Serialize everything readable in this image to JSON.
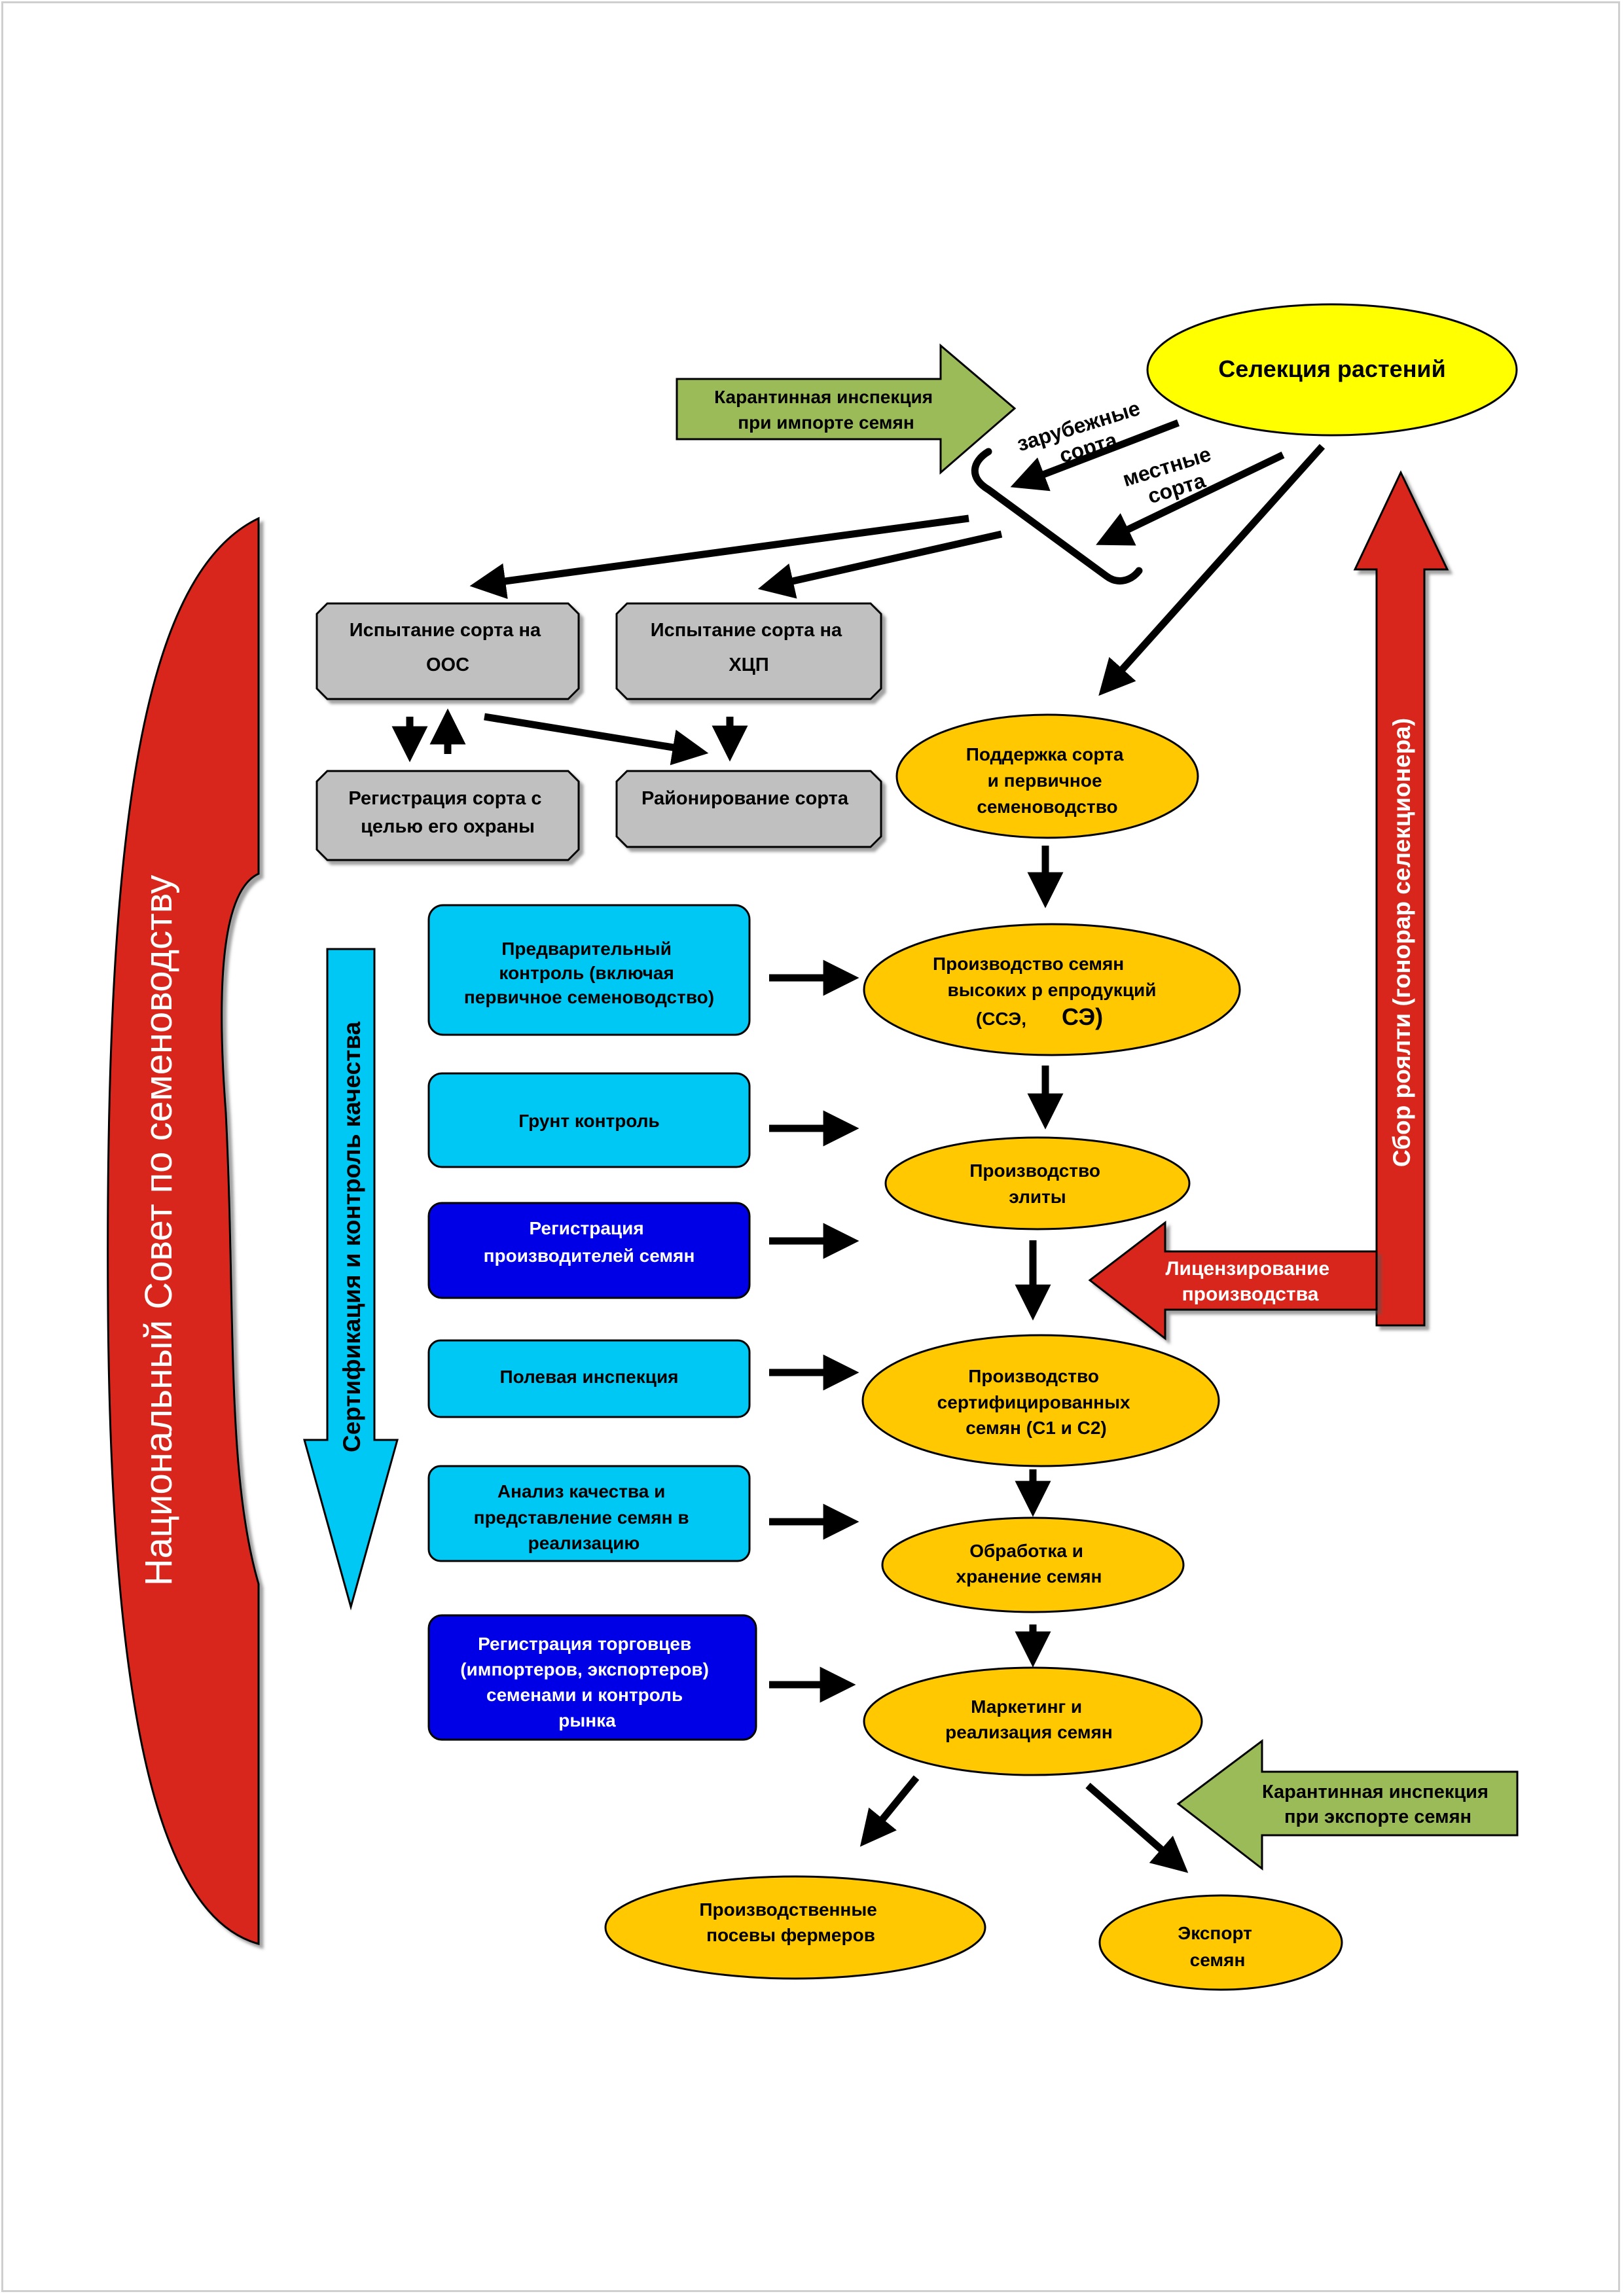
{
  "council": {
    "label": "Национальный   Совет   по   семеноводству",
    "color": "#d9261c"
  },
  "certification_arrow": {
    "label": "Сертификация   и   контроль   качества",
    "color": "#00c8f5"
  },
  "royalty_arrow": {
    "label": "Сбор   роялти   (гонорар селекционера)",
    "color": "#d9261c"
  },
  "quarantine_import": {
    "line1": "Карантинная инспекция",
    "line2": "при импорте  семян",
    "color": "#9bbb59"
  },
  "quarantine_export": {
    "line1": "Карантинная инспекция",
    "line2": "при экспорте семян",
    "color": "#9bbb59"
  },
  "licensing": {
    "line1": "Лицензирование",
    "line2": "производства"
  },
  "foreign_varieties": {
    "line1": "зарубежные",
    "line2": "сорта"
  },
  "local_varieties": {
    "line1": "местные",
    "line2": "сорта"
  },
  "breeding": {
    "label": "Селекция растений",
    "color": "#ffff00"
  },
  "testing": {
    "dus": {
      "line1": "Испытание  сорта  на",
      "line2": "ООС"
    },
    "vcu": {
      "line1": "Испытание  сорта на",
      "line2": "ХЦП"
    },
    "registration": {
      "line1": "Регистрация  сорта с",
      "line2": "целью его  охраны"
    },
    "zoning": {
      "line1": "Районирование сорта"
    }
  },
  "controls": [
    {
      "lines": [
        "Предварительный",
        "контроль (включая",
        "первичное семеноводство)"
      ],
      "color": "#00c8f5"
    },
    {
      "lines": [
        "Грунт контроль"
      ],
      "color": "#00c8f5"
    },
    {
      "lines": [
        "Регистрация",
        "производителей   семян"
      ],
      "color": "#0000e6"
    },
    {
      "lines": [
        "Полевая   инспекция"
      ],
      "color": "#00c8f5"
    },
    {
      "lines": [
        "Анализ качества и",
        "представление семян в",
        "реализацию"
      ],
      "color": "#00c8f5"
    },
    {
      "lines": [
        "Регистрация торговцев",
        "(импортеров, экспортеров)",
        "семенами  и контроль",
        "рынка"
      ],
      "color": "#0000e6"
    }
  ],
  "stages": {
    "maintenance": [
      "Поддержка сорта",
      "и первичное",
      "семеноводство"
    ],
    "high_repro": {
      "line1": "Производство   семян",
      "line2": "высоких р епродукций",
      "line3a": "(ССЭ, ",
      "line3b": "СЭ)"
    },
    "elite": [
      "Производство",
      "элиты"
    ],
    "certified": [
      "Производство",
      "сертифицированных",
      "семян  (С1 и С2)"
    ],
    "processing": [
      "Обработка и",
      "хранение  семян"
    ],
    "marketing": [
      "Маркетинг и",
      "реализация семян"
    ],
    "farmers": [
      "Производственные",
      "посевы  фермеров"
    ],
    "export": [
      "Экспорт",
      "семян"
    ]
  },
  "stage_color": "#ffc800",
  "test_box_color": "#c0c0c0"
}
